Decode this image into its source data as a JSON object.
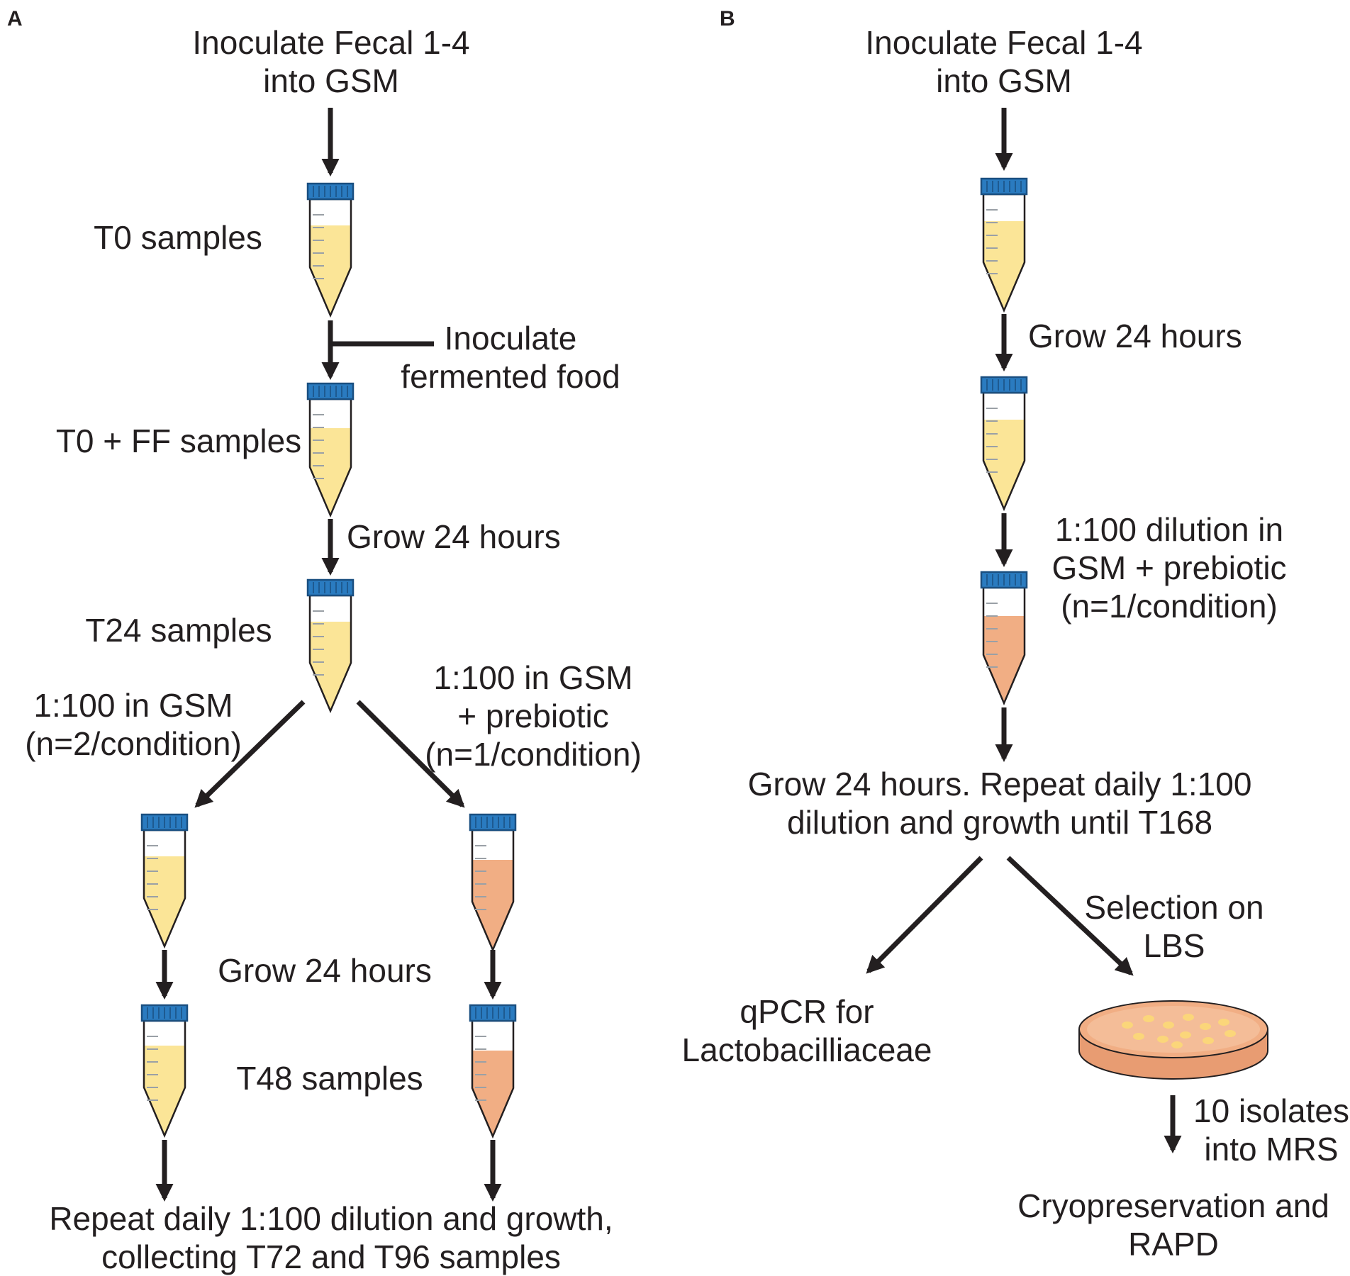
{
  "panel_a": {
    "letter": "A",
    "inoculate_gsm": [
      "Inoculate Fecal 1-4",
      "into GSM"
    ],
    "t0_samples": "T0 samples",
    "inoculate_ff": [
      "Inoculate",
      "fermented food"
    ],
    "t0_ff_samples": "T0 + FF samples",
    "grow_24_first": "Grow 24 hours",
    "t24_samples": "T24 samples",
    "branch_gsm": [
      "1:100 in GSM",
      "(n=2/condition)"
    ],
    "branch_prebiotic": [
      "1:100 in GSM",
      "+ prebiotic",
      "(n=1/condition)"
    ],
    "grow_24_second": "Grow 24 hours",
    "t48_samples": "T48 samples",
    "repeat_text": [
      "Repeat daily 1:100 dilution and growth,",
      "collecting T72 and T96 samples"
    ]
  },
  "panel_b": {
    "letter": "B",
    "inoculate_gsm": [
      "Inoculate Fecal 1-4",
      "into GSM"
    ],
    "grow_24": "Grow 24 hours",
    "dilution_prebiotic": [
      "1:100 dilution in",
      "GSM + prebiotic",
      "(n=1/condition)"
    ],
    "repeat_text": [
      "Grow 24 hours. Repeat daily 1:100",
      "dilution and growth until T168"
    ],
    "selection": [
      "Selection on",
      "LBS"
    ],
    "qpcr": [
      "qPCR for",
      "Lactobacilliaceae"
    ],
    "isolates": [
      "10 isolates",
      "into MRS"
    ],
    "cryo": [
      "Cryopreservation and",
      "RAPD"
    ]
  },
  "colors": {
    "cap": "#2a7bc0",
    "cap_ridge": "#1a4f80",
    "yellow_liquid": "#fbe597",
    "orange_liquid": "#f1ae84",
    "arrow": "#231f20",
    "tube_outline": "#231f20",
    "plate_fill": "#f1ae84",
    "colony": "#fbd67a"
  }
}
